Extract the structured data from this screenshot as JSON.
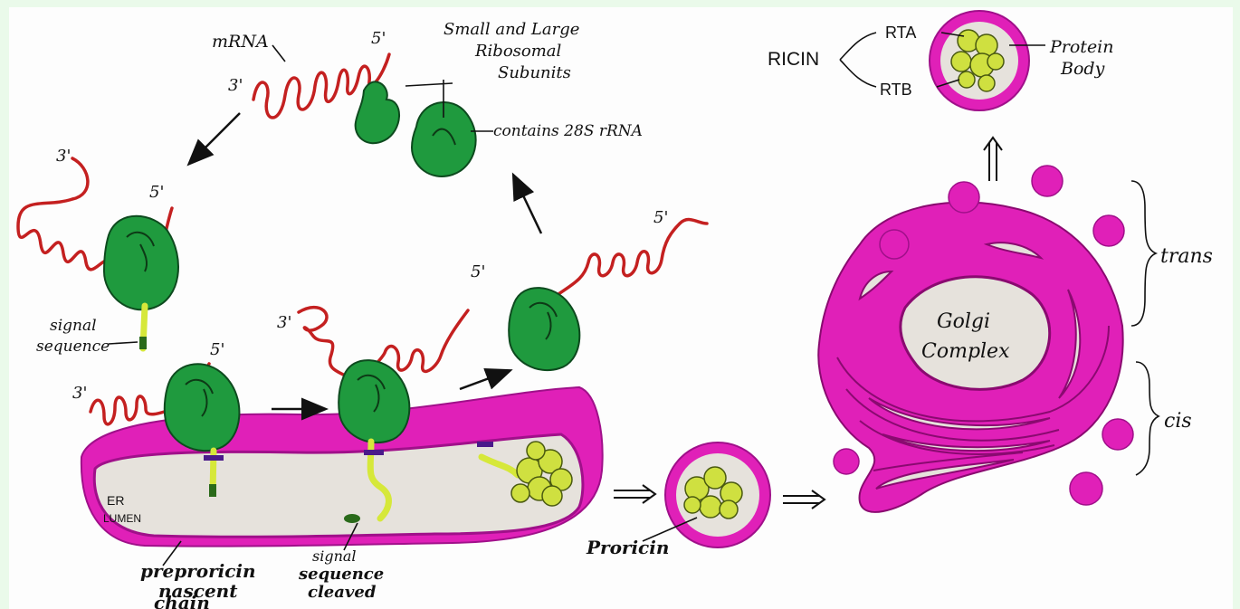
{
  "labels": {
    "mrna": "mRNA",
    "three_prime": "3'",
    "five_prime": "5'",
    "subunits": [
      "Small and Large",
      "Ribosomal",
      "Subunits"
    ],
    "contains_28s": "contains 28S rRNA",
    "signal_sequence": [
      "signal",
      "sequence"
    ],
    "er_lumen": [
      "ER",
      "LUMEN"
    ],
    "preproricin": [
      "preproricin",
      "nascent",
      "chain"
    ],
    "signal_cleaved": [
      "signal",
      "sequence",
      "cleaved"
    ],
    "proricin": "Proricin",
    "golgi": [
      "Golgi",
      "Complex"
    ],
    "trans": "trans",
    "cis": "cis",
    "ricin": "RICIN",
    "rta": "RTA",
    "rtb": "RTB",
    "protein_body": [
      "Protein",
      "Body"
    ]
  },
  "colors": {
    "ribosome": "#1f9a3e",
    "mrna": "#c42020",
    "membrane": "#e020b8",
    "lumen": "#e6e2dc",
    "peptide": "#d6e83a",
    "paper": "#fdfdfd",
    "background": "#eafaea"
  }
}
